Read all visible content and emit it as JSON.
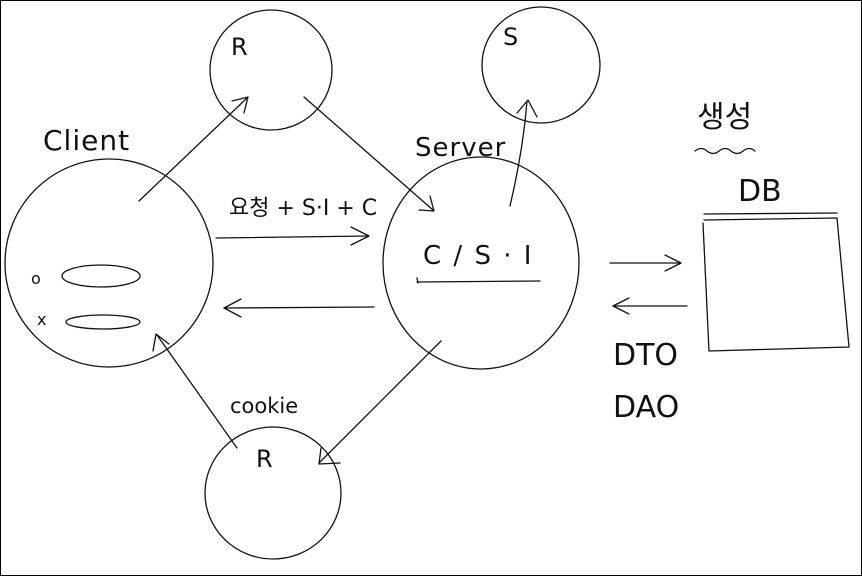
{
  "labels": {
    "client": "Client",
    "server": "Server",
    "request_top": "R",
    "session_top": "S",
    "cookie": "cookie",
    "response_bottom": "R",
    "request_label": "요청 + S·I + C",
    "server_content": "C / S · I",
    "db": "DB",
    "dto": "DTO",
    "dao": "DAO",
    "korean_note": "생성",
    "client_o": "o",
    "client_x": "x"
  }
}
